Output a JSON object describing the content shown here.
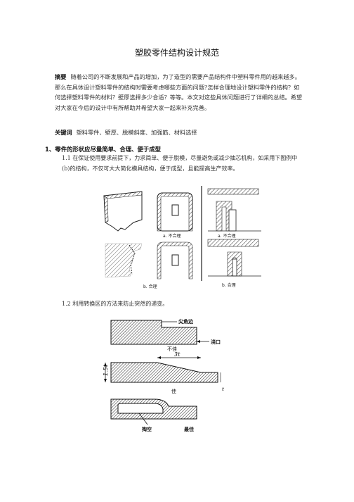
{
  "doc": {
    "title": "塑胶零件结构设计规范",
    "abstract_label": "摘要",
    "abstract_text": "随着公司的不断发展和产品的增加，为了造型的需要产品结构件中塑料零件用的越来越多。那么在具体设计塑料零件的结构时需要考虑哪些方面的问题?怎样合理地设计塑料零件的结构？如何选择塑料零件的材料？壁厚选择多少合适？等等。本文对这些具体问题进行了详细的总结。希望对大家在今后的设计中有所帮助并希望大家一起来补充完善。",
    "keywords_label": "关键词",
    "keywords_text": "塑料零件、壁厚、脱模斜度、加强筋、材料选择",
    "section1": "1、零件的形状应尽量简单、合理、便于成型",
    "p1_1": "1.1 在保证使用要求前提下，力求简单、便于脱模，尽量避免或减少抽芯机构，如采用下图例中(b)的结构，不仅可大大简化模具结构，便于成型，且能提高生产效率。",
    "p1_2": "1.2 利用转换区的方法来防止突然的递变。"
  },
  "figure1": {
    "label_a_left": "a. 不合理",
    "label_a_right": "a. 不合理",
    "label_b_left": "b. 合理",
    "label_b_right": "b. 合理"
  },
  "figure2": {
    "sharp_corner": "尖角边",
    "gate": "浇口",
    "bad": "不佳",
    "three_t": "3t",
    "one_five_t": "1.5t",
    "t": "t",
    "good": "佳",
    "hollow": "掏空",
    "best": "最佳"
  }
}
